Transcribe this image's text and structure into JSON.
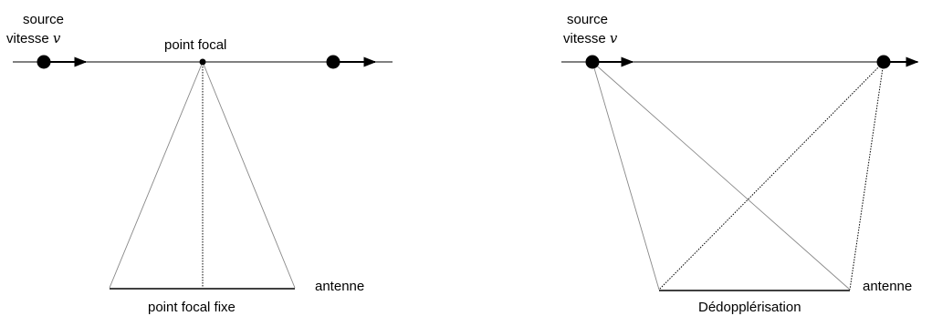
{
  "left_panel": {
    "source_label_line1": "source",
    "source_label_line2_text": "vitesse ",
    "source_label_line2_var": "v",
    "focal_point_label": "point focal",
    "antenna_label": "antenne",
    "caption": "point focal fixe"
  },
  "right_panel": {
    "source_label_line1": "source",
    "source_label_line2_text": "vitesse ",
    "source_label_line2_var": "v",
    "antenna_label": "antenne",
    "caption": "Dédopplérisation"
  },
  "colors": {
    "ink": "#000000",
    "thin_line": "#888888"
  }
}
